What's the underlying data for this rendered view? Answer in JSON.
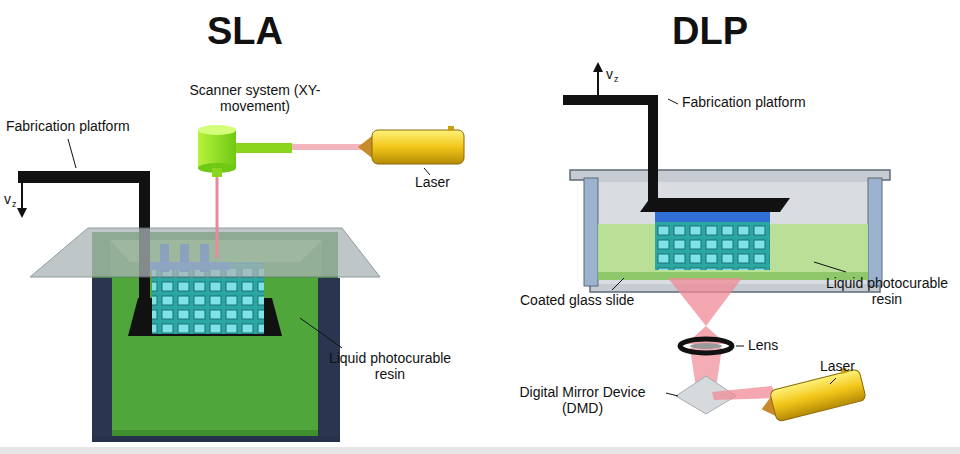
{
  "diagram": {
    "labels": [
      "SLA",
      "DLP",
      "Scanner system (XY-movement)",
      "Laser",
      "Fabrication platform",
      "v",
      "z",
      "Liquid photocurable resin",
      "v",
      "z",
      "Fabrication platform",
      "Coated glass slide",
      "Liquid photocurable resin",
      "Lens",
      "Digital Mirror Device (DMD)",
      "Laser"
    ]
  }
}
